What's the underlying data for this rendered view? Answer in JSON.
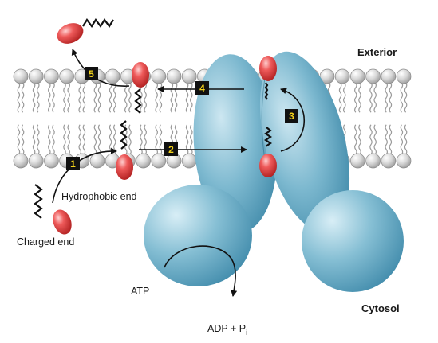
{
  "labels": {
    "exterior": "Exterior",
    "cytosol": "Cytosol",
    "hydrophobic_end": "Hydrophobic end",
    "charged_end": "Charged end",
    "atp": "ATP",
    "adp": "ADP + P",
    "adp_sub": "i"
  },
  "steps": [
    "1",
    "2",
    "3",
    "4",
    "5"
  ],
  "colors": {
    "membrane_head": "#cfcfcf",
    "protein": "#5fa3bf",
    "lipid_head": "#e24b4b",
    "step_box": "#111111",
    "step_number": "#f3d21b"
  }
}
